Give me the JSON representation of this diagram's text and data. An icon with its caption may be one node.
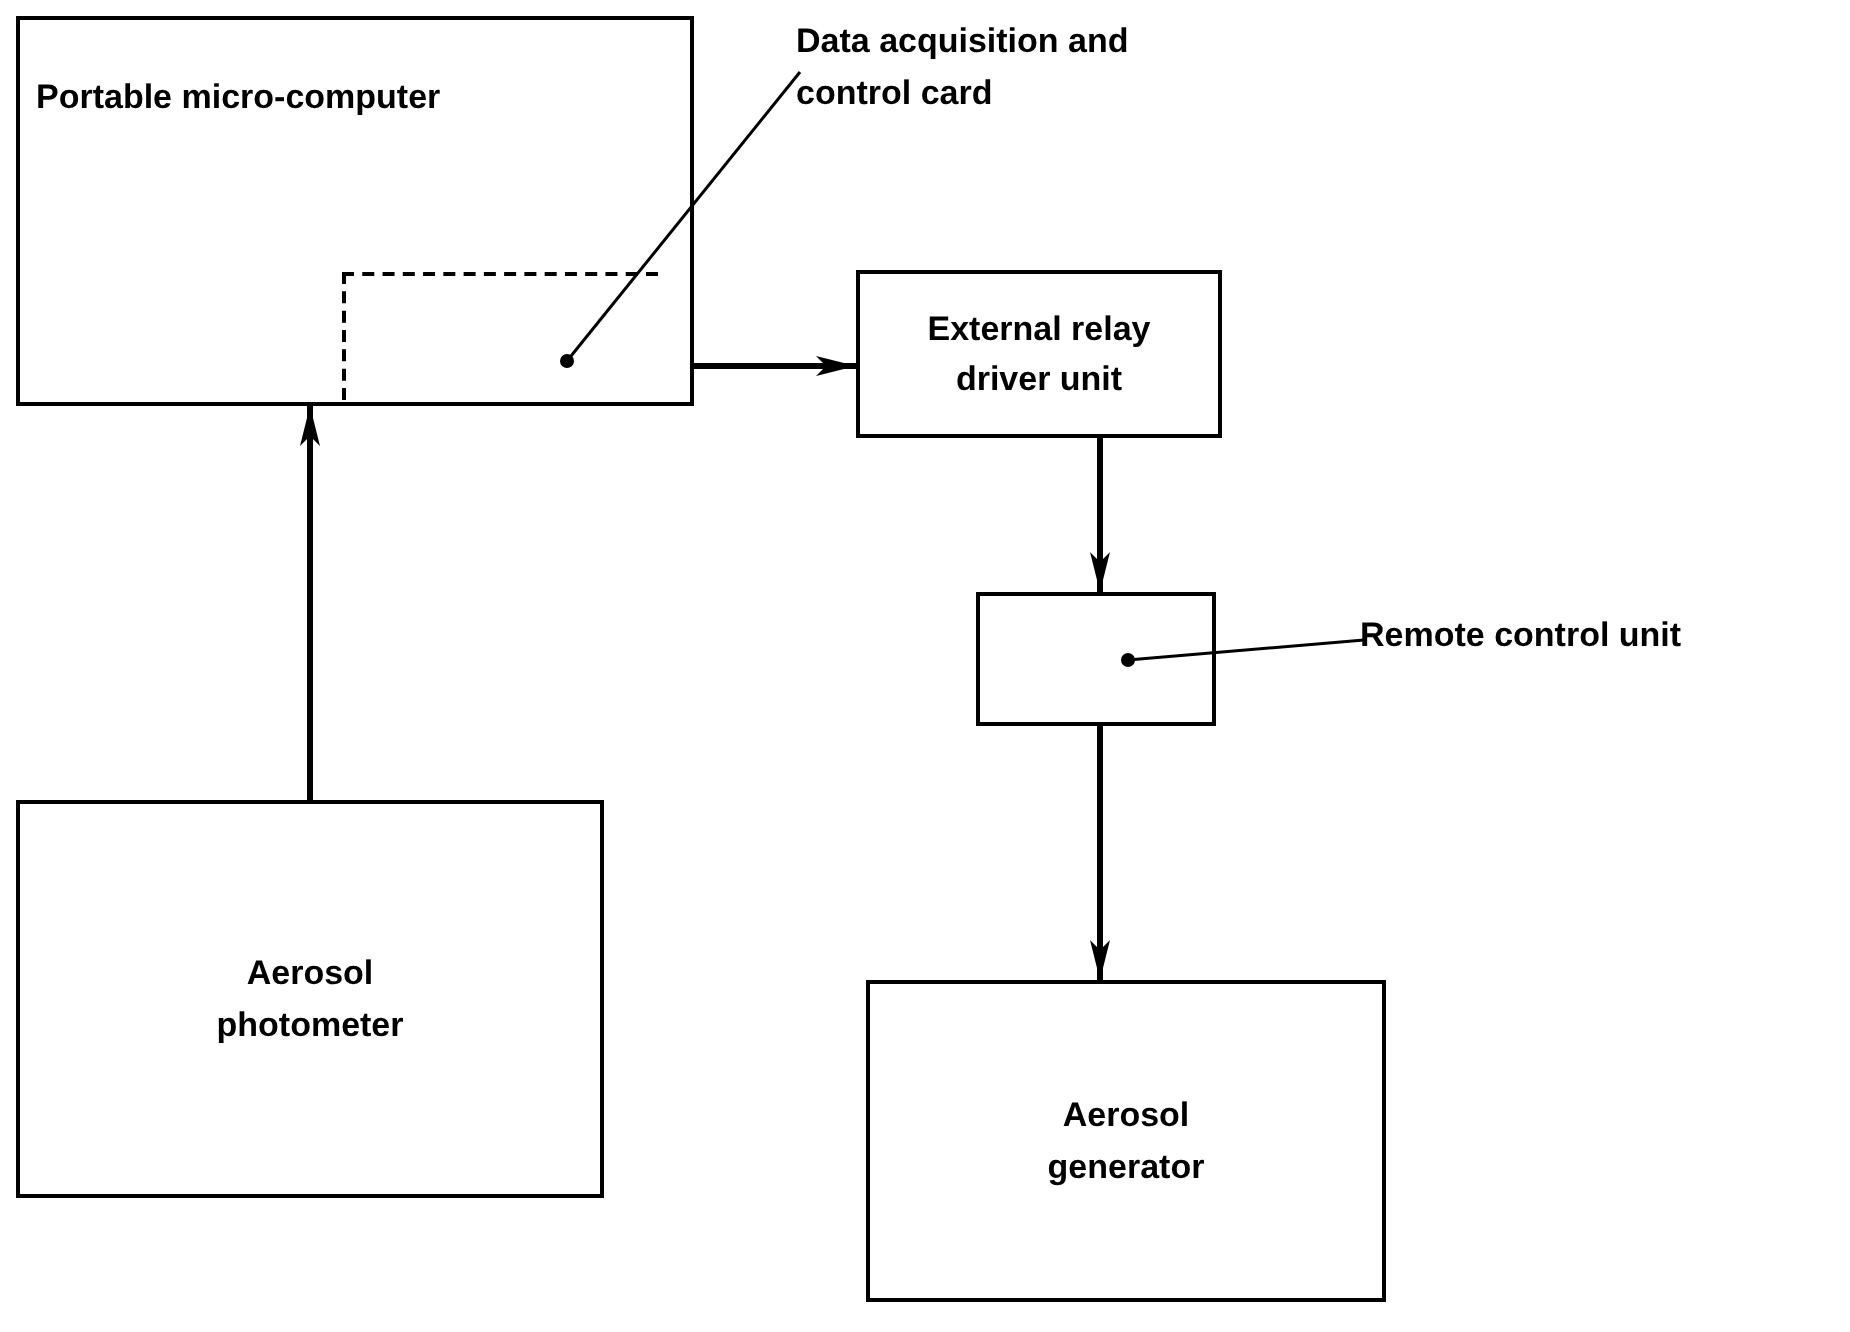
{
  "diagram": {
    "nodes": [
      {
        "text": [
          "Portable micro-computer"
        ]
      },
      {
        "text": [],
        "shape": "box",
        "in": 0
      },
      {
        "text": [
          "Data acquisition and control card"
        ]
      },
      {
        "text": [
          "External relay driver unit"
        ]
      },
      {
        "text": [],
        "shape": "box"
      },
      {
        "text": [
          "Remote control unit"
        ]
      },
      {
        "text": [
          "Aerosol photometer"
        ]
      },
      {
        "text": [
          "Aerosol generator"
        ]
      }
    ],
    "edges": [
      {
        "from": 2,
        "to": 1,
        "arrow": "other"
      },
      {
        "from": 0,
        "to": 3,
        "arrow": "to"
      },
      {
        "from": 3,
        "to": 4,
        "arrow": "to"
      },
      {
        "from": 5,
        "to": 4,
        "arrow": "other"
      },
      {
        "from": 4,
        "to": 7,
        "arrow": "to"
      },
      {
        "from": 6,
        "to": 0,
        "arrow": "to"
      }
    ]
  }
}
